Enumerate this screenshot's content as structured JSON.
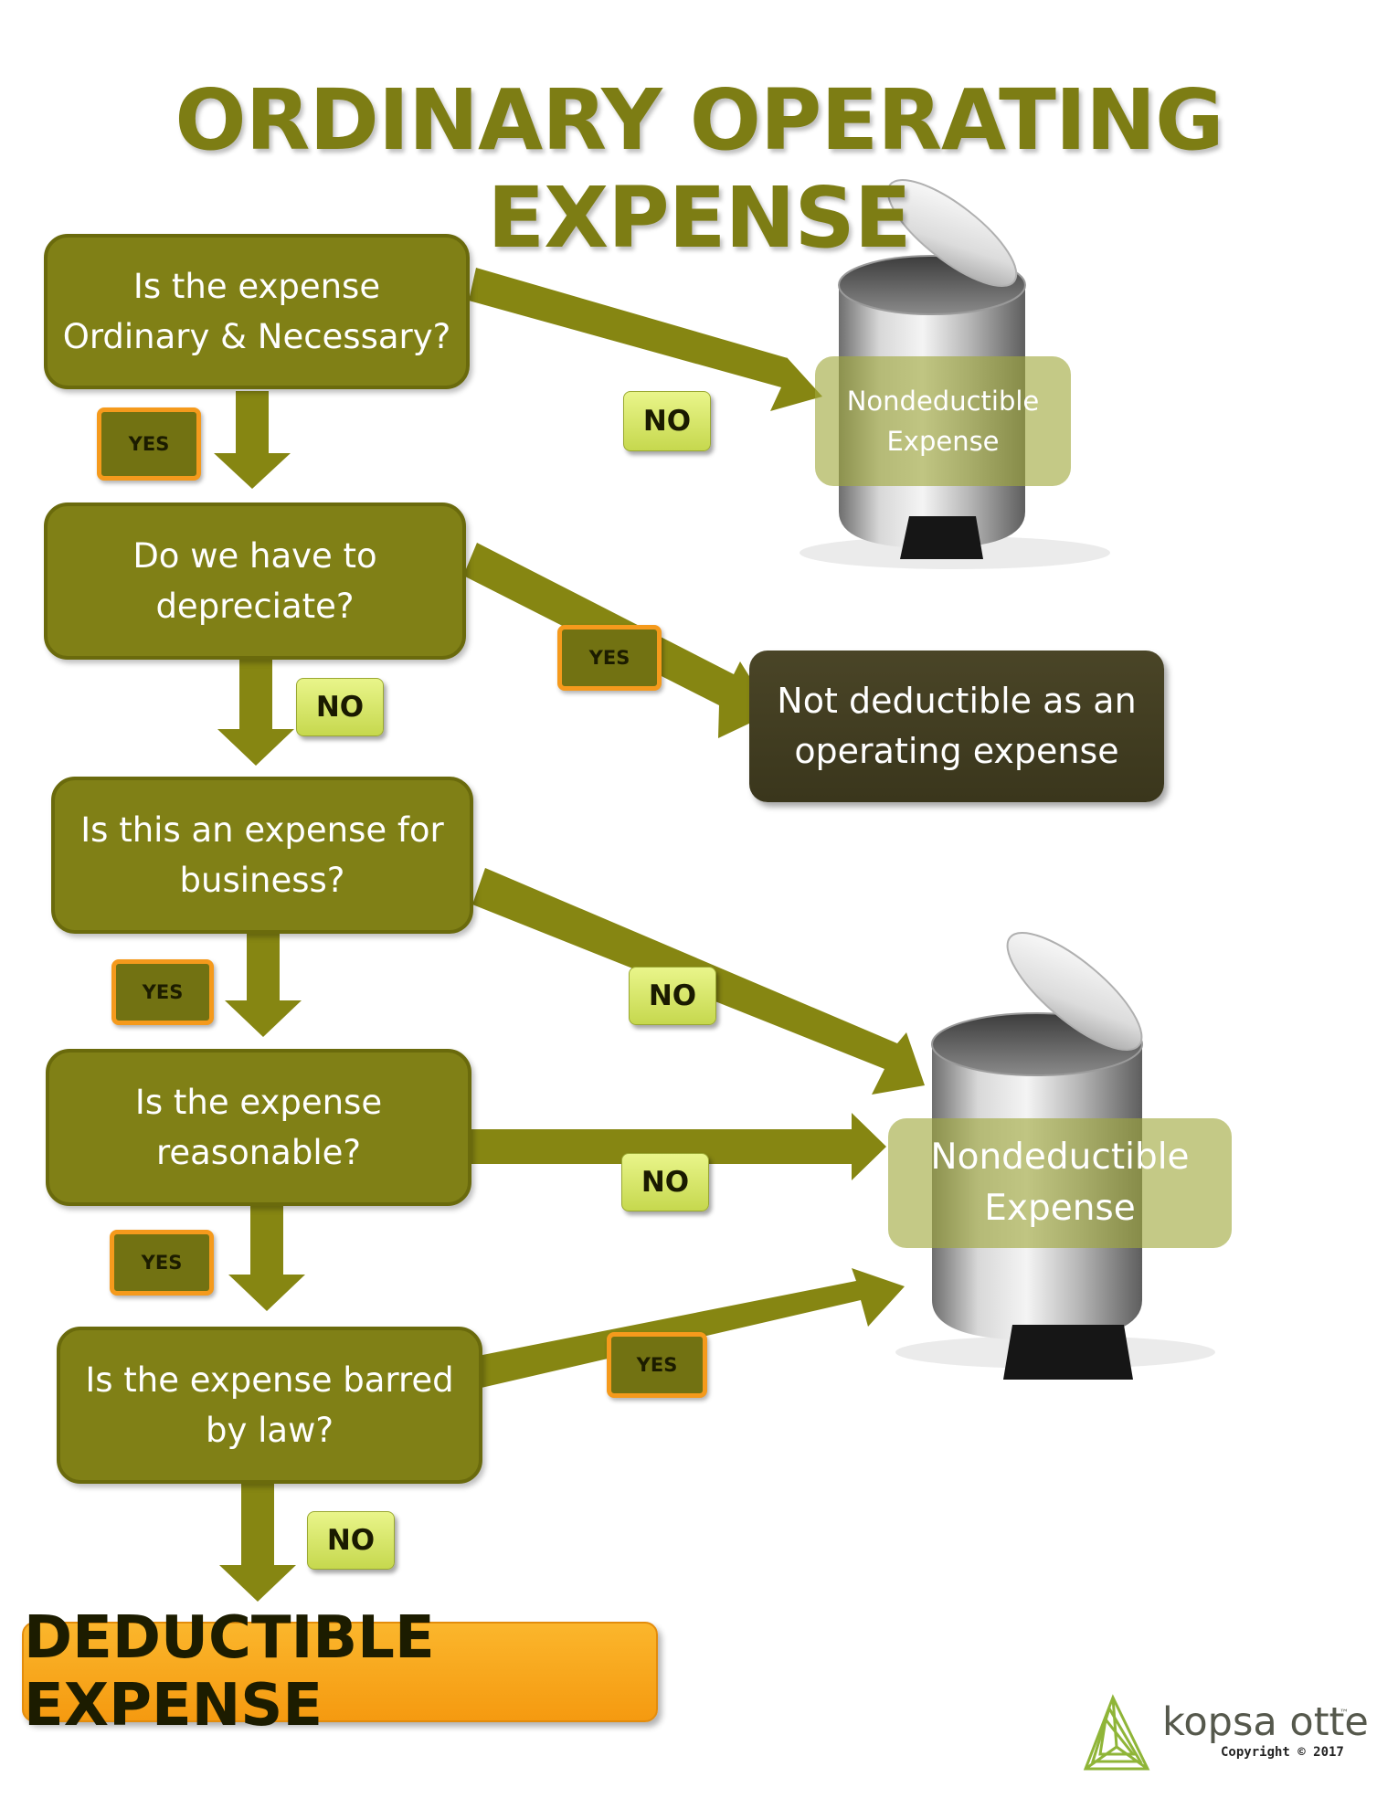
{
  "title": "ORDINARY OPERATING EXPENSE",
  "questions": [
    {
      "line1": "Is the expense",
      "line2": "Ordinary & Necessary?"
    },
    {
      "line1": "Do we have to",
      "line2": "depreciate?"
    },
    {
      "line1": "Is this an expense for",
      "line2": "business?"
    },
    {
      "line1": "Is the expense",
      "line2": "reasonable?"
    },
    {
      "line1": "Is the expense barred",
      "line2": "by law?"
    }
  ],
  "badges": {
    "yes": "YES",
    "no": "NO"
  },
  "outcomes": {
    "nondeductible_top": {
      "line1": "Nondeductible",
      "line2": "Expense"
    },
    "not_operating": {
      "line1": "Not deductible as an",
      "line2": "operating expense"
    },
    "nondeductible_bottom": {
      "line1": "Nondeductible",
      "line2": "Expense"
    },
    "deductible": "DEDUCTIBLE EXPENSE"
  },
  "branding": {
    "name": "kopsa otte",
    "trademark": "™",
    "copyright": "Copyright © 2017"
  },
  "colors": {
    "box_olive": "#808016",
    "arrow_olive": "#868612",
    "title_olive": "#7d7d14",
    "yes_border": "#f59a1c",
    "no_fill": "#dbe870",
    "dark_box": "#423e22",
    "deductible_orange": "#f8a71d"
  }
}
